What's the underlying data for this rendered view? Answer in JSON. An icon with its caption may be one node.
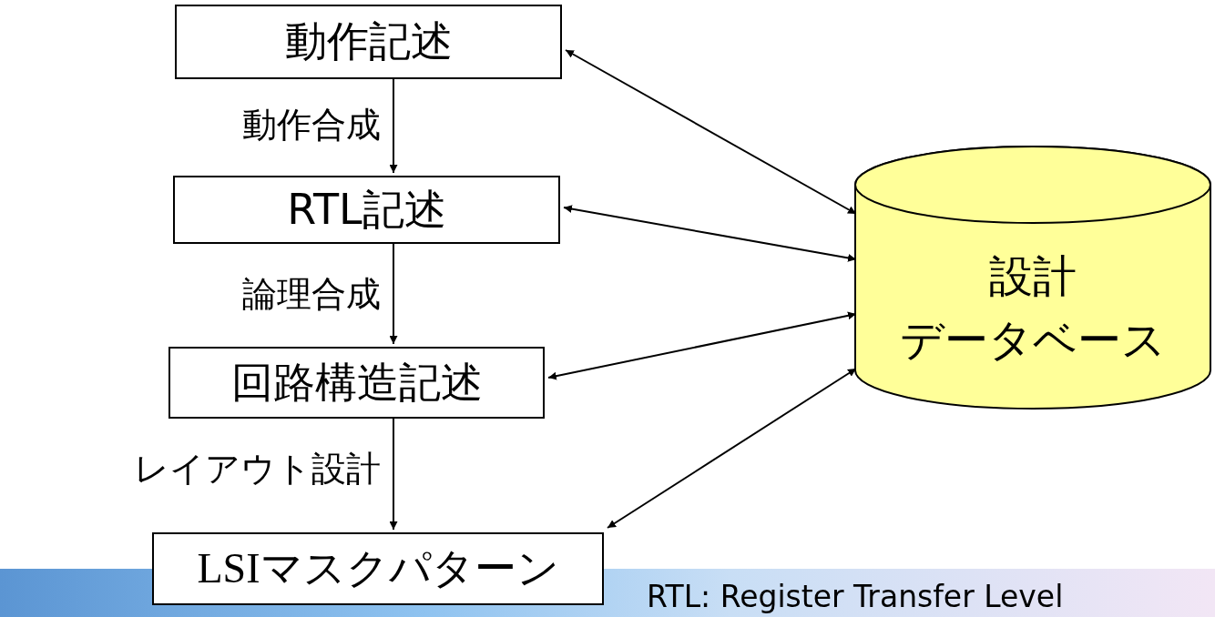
{
  "diagram": {
    "nodes": [
      {
        "text": [
          "動作記述"
        ]
      },
      {
        "text": [
          "RTL記述"
        ]
      },
      {
        "text": [
          "回路構造記述"
        ]
      },
      {
        "text": [
          "LSIマスクパターン"
        ]
      },
      {
        "text": [
          "設計",
          "データベース"
        ]
      }
    ],
    "edges": [
      {
        "from": 0,
        "to": 1,
        "arrow": "to",
        "label": "動作合成"
      },
      {
        "from": 1,
        "to": 2,
        "arrow": "to",
        "label": "論理合成"
      },
      {
        "from": 2,
        "to": 3,
        "arrow": "to",
        "label": "レイアウト設計"
      },
      {
        "from": 0,
        "to": 4,
        "arrow": "both"
      },
      {
        "from": 1,
        "to": 4,
        "arrow": "both"
      },
      {
        "from": 2,
        "to": 4,
        "arrow": "both"
      },
      {
        "from": 3,
        "to": 4,
        "arrow": "both"
      }
    ],
    "labels": [
      "RTL: Register Transfer Level"
    ]
  }
}
